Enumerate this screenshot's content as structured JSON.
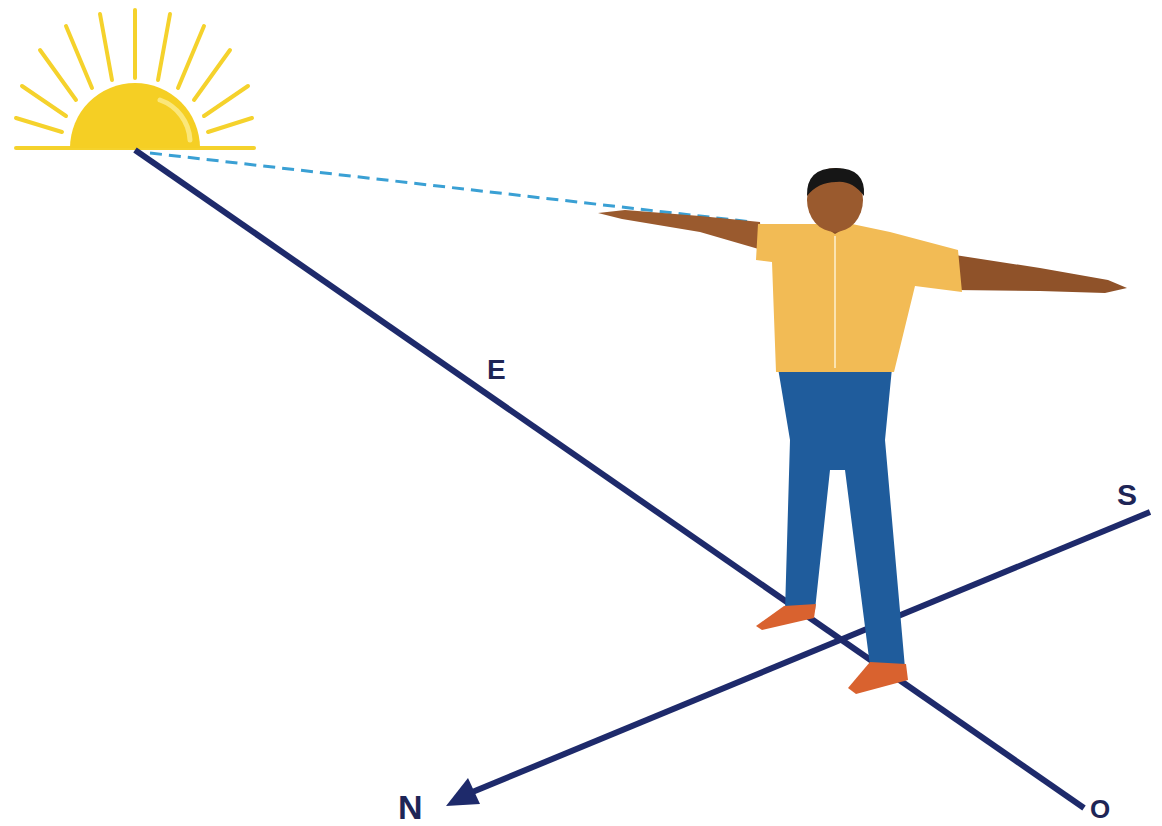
{
  "diagram": {
    "labels": [
      "E",
      "S",
      "N",
      "O"
    ]
  }
}
